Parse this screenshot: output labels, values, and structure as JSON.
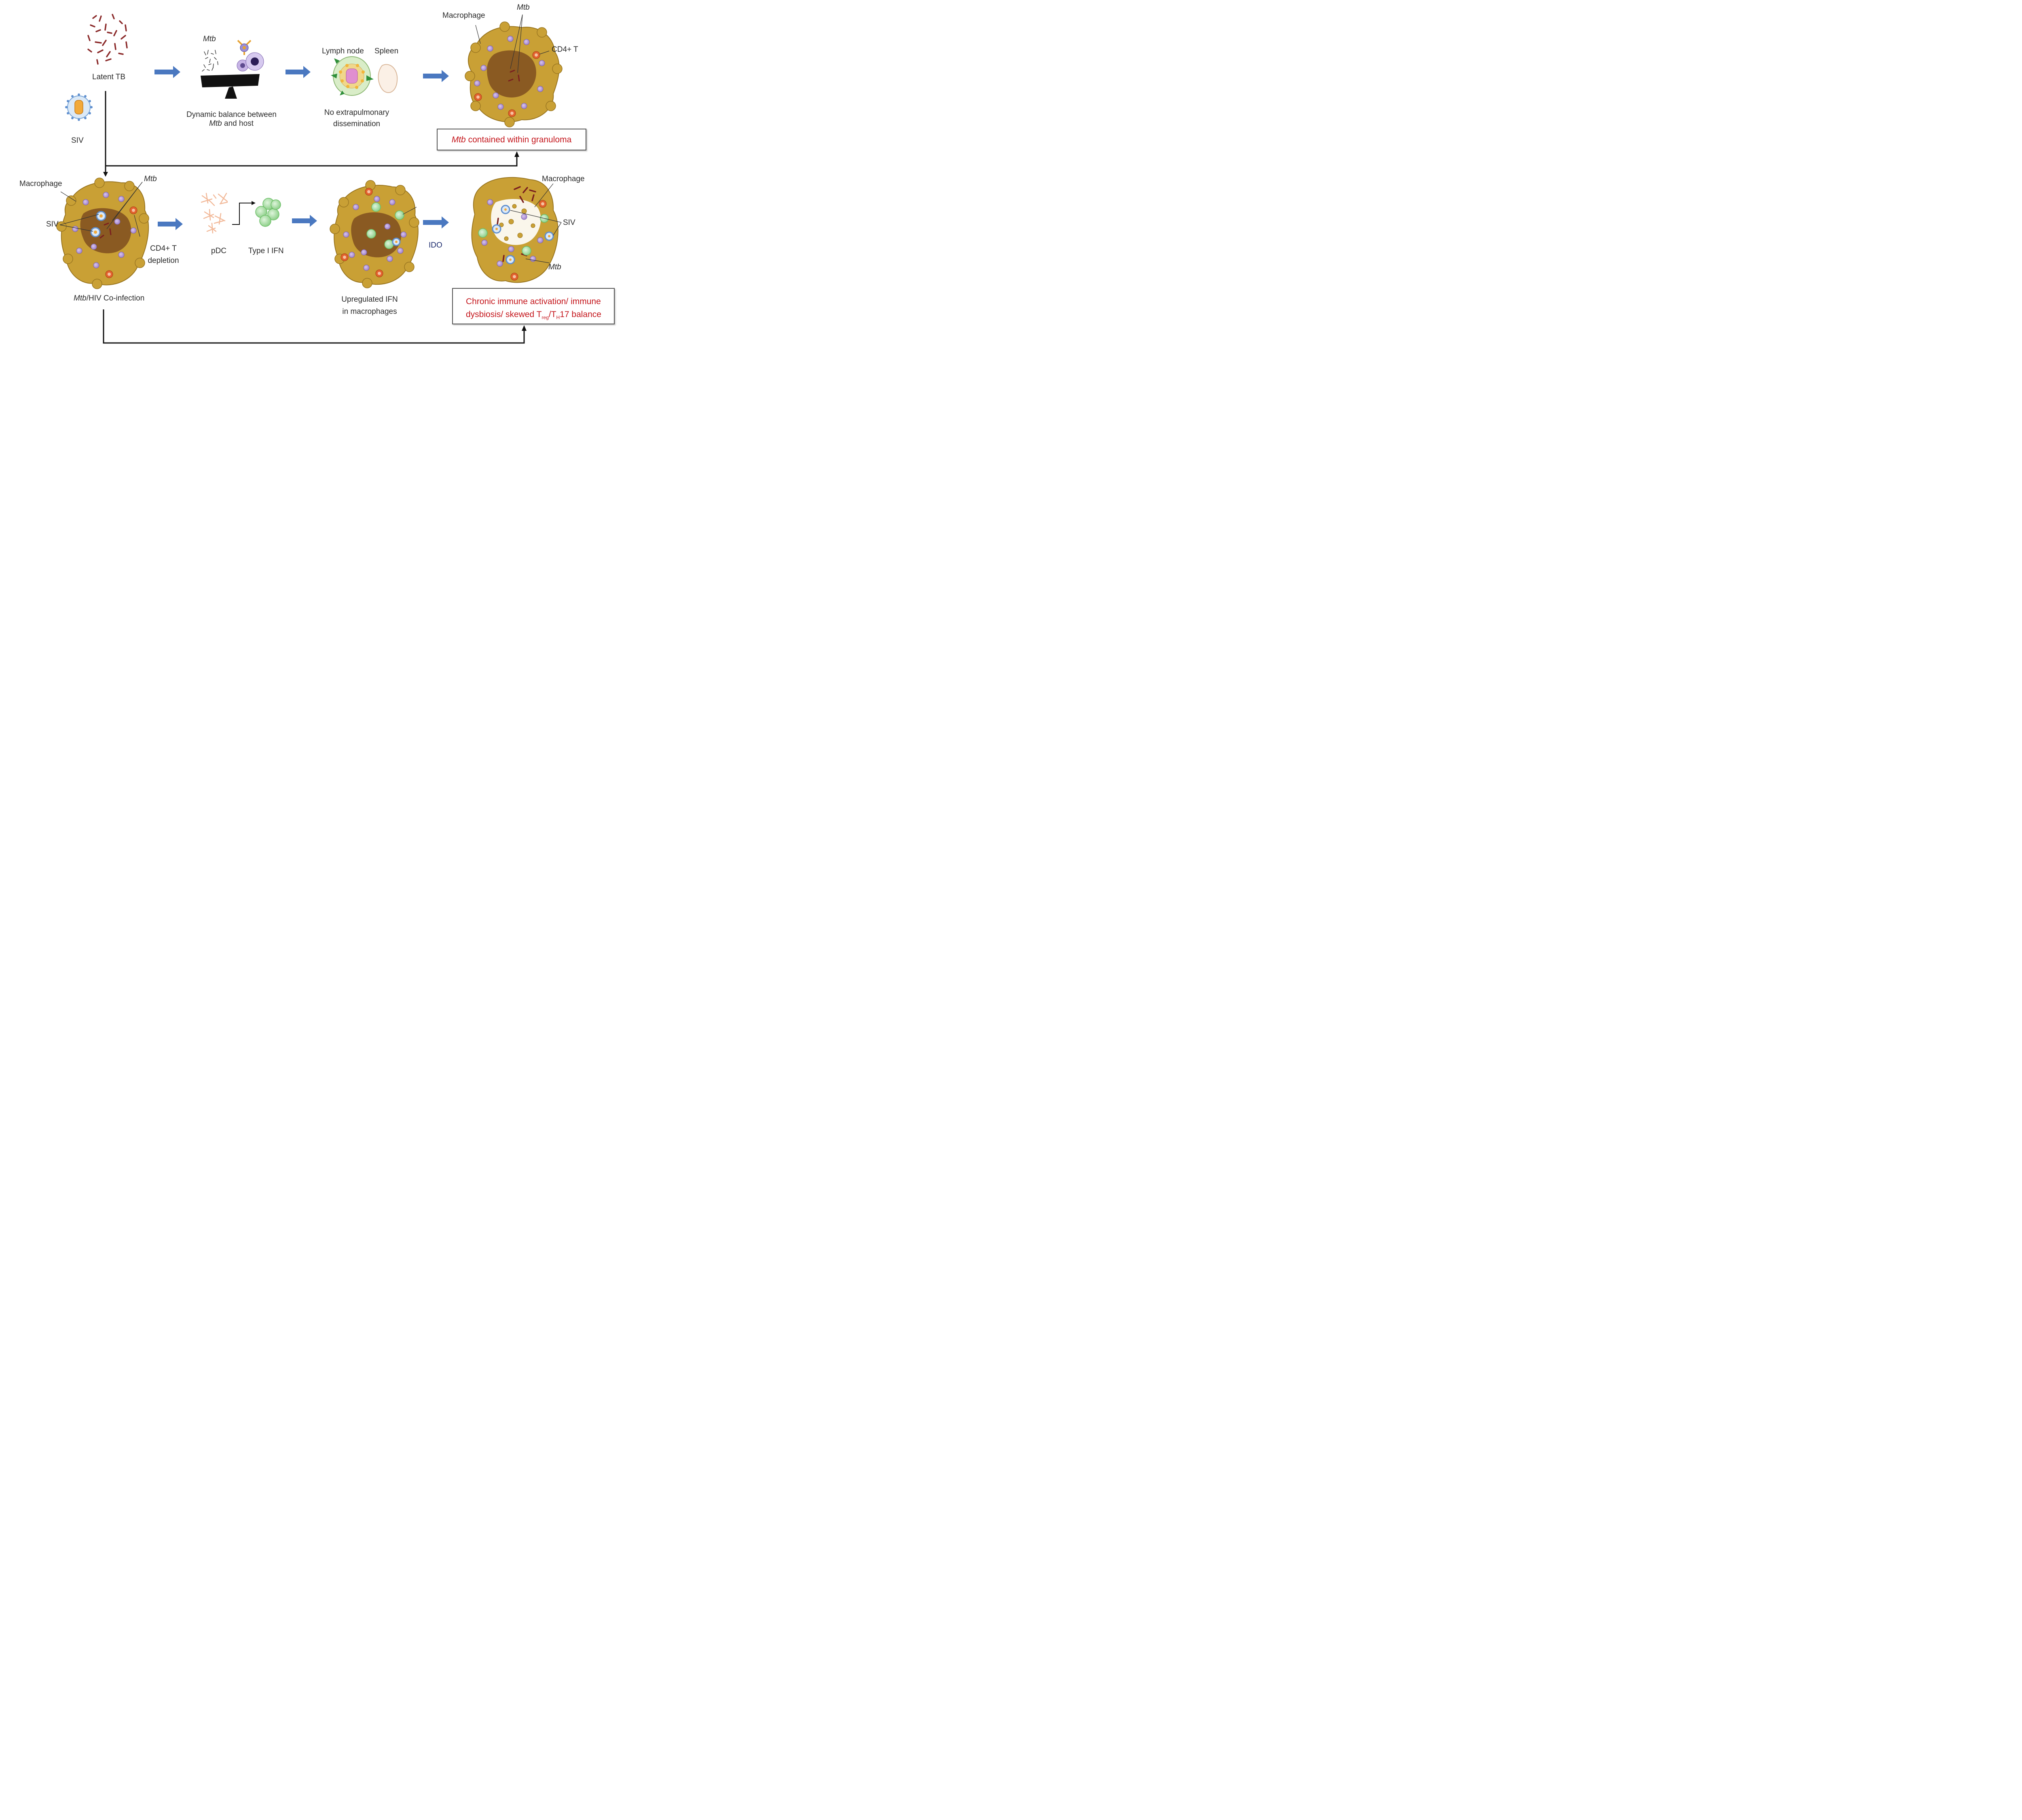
{
  "top_row": {
    "latent_tb": "Latent TB",
    "siv": "SIV",
    "balance_mtb": "Mtb",
    "balance_line1": "Dynamic balance between",
    "balance_line2_it": "Mtb",
    "balance_line2_rest": " and host",
    "lymph_node": "Lymph node",
    "spleen": "Spleen",
    "no_dissem_line1": "No extrapulmonary",
    "no_dissem_line2": "dissemination",
    "gran_macrophage": "Macrophage",
    "gran_mtb": "Mtb",
    "gran_cd4": "CD4+ T",
    "outcome_it": "Mtb",
    "outcome_rest": " contained within granuloma"
  },
  "bottom_row": {
    "macrophage": "Macrophage",
    "mtb": "Mtb",
    "siv": "SIV",
    "cd4_line1": "CD4+ T",
    "cd4_line2": "depletion",
    "coinfection_it": "Mtb",
    "coinfection_rest": "/HIV Co-infection",
    "pdc": "pDC",
    "type1_ifn": "Type I IFN",
    "upreg_line1": "Upregulated IFN",
    "upreg_line2": "in macrophages",
    "ido": "IDO",
    "final_macrophage": "Macrophage",
    "final_siv": "SIV",
    "final_mtb": "Mtb",
    "outcome_line1": "Chronic immune activation/ immune",
    "outcome_line2_a": "dysbiosis/ skewed T",
    "outcome_line2_sub1": "reg",
    "outcome_line2_b": "/T",
    "outcome_line2_sub2": "H",
    "outcome_line2_c": "17 balance"
  },
  "colors": {
    "arrow_blue": "#4a78c0",
    "granuloma_gold": "#c9a035",
    "granuloma_core": "#8a5a22",
    "cell_purple": "#b79ad6",
    "cd4_orange": "#e2622e",
    "ifn_green": "#9fdb9c",
    "outcome_red": "#c4161c",
    "mtb_rod": "#8b2a2a"
  }
}
